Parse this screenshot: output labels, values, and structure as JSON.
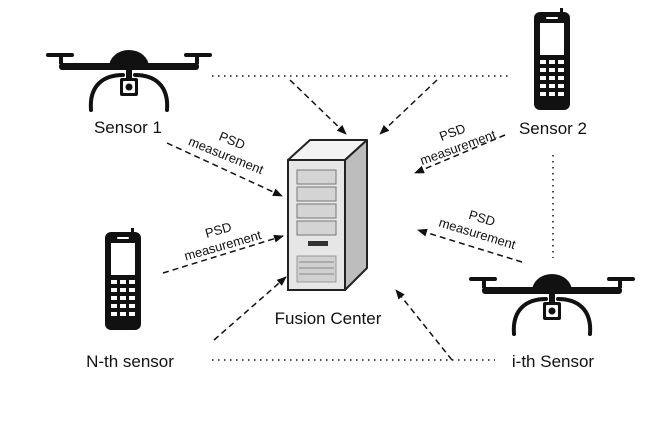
{
  "nodes": {
    "sensor_1": {
      "label": "Sensor 1",
      "icon": "drone-icon"
    },
    "sensor_2": {
      "label": "Sensor 2",
      "icon": "phone-icon"
    },
    "nth_sensor": {
      "label": "N-th sensor",
      "icon": "phone-icon"
    },
    "ith_sensor": {
      "label": "i-th Sensor",
      "icon": "drone-icon"
    },
    "fusion_center": {
      "label": "Fusion Center",
      "icon": "server-icon"
    }
  },
  "edge_labels": {
    "sensor_1": [
      "PSD",
      "measurement"
    ],
    "sensor_2": [
      "PSD",
      "measurement"
    ],
    "nth_sensor": [
      "PSD",
      "measurement"
    ],
    "ith_sensor": [
      "PSD",
      "measurement"
    ]
  },
  "colors": {
    "ink": "#111111",
    "server_body": "#e6e6e6",
    "server_shade": "#bdbdbd"
  }
}
